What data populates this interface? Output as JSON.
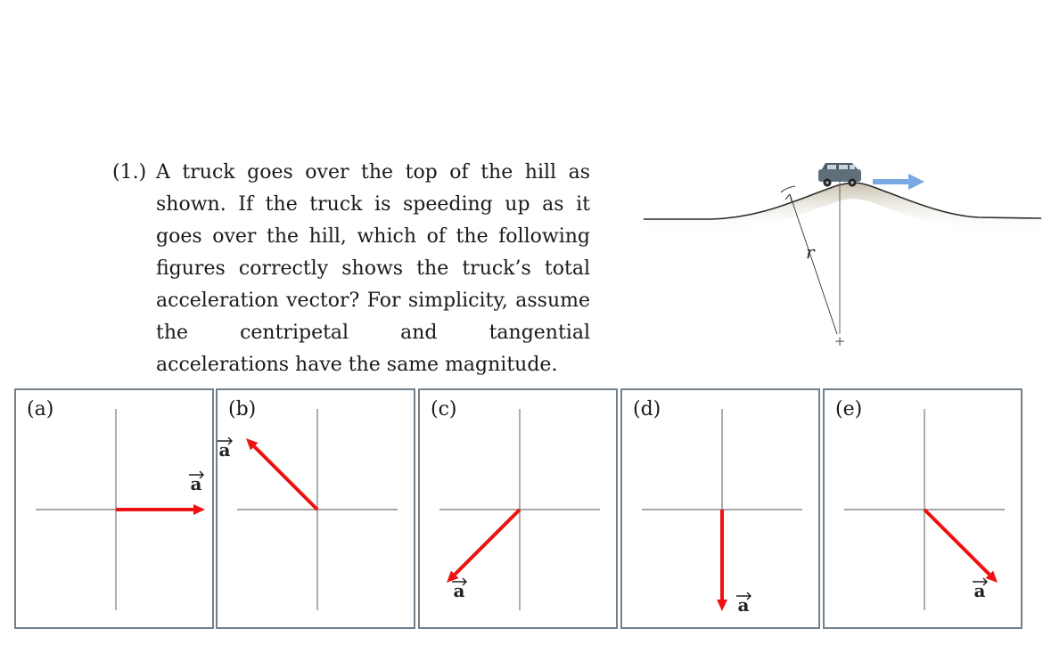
{
  "question": {
    "number": "(1.)",
    "text": "A truck goes over the top of the hill as shown. If the truck is speeding up as it goes over the hill, which of the following figures correctly shows the truck’s total acceleration vector? For simplicity, assume the centripetal and tangential accelerations have the same magnitude."
  },
  "hill_figure": {
    "radius_label": "r",
    "center_marker": "+",
    "velocity_arrow_color": "#7aa9e3"
  },
  "vector_symbol": "a",
  "options": [
    {
      "label": "(a)",
      "direction": "right"
    },
    {
      "label": "(b)",
      "direction": "up-left"
    },
    {
      "label": "(c)",
      "direction": "down-left"
    },
    {
      "label": "(d)",
      "direction": "down"
    },
    {
      "label": "(e)",
      "direction": "down-right"
    }
  ],
  "colors": {
    "vector": "#ee1111",
    "axes": "#8c8c8c",
    "panel_border": "#73808a",
    "ground_shadow": "#cdbfa8"
  }
}
